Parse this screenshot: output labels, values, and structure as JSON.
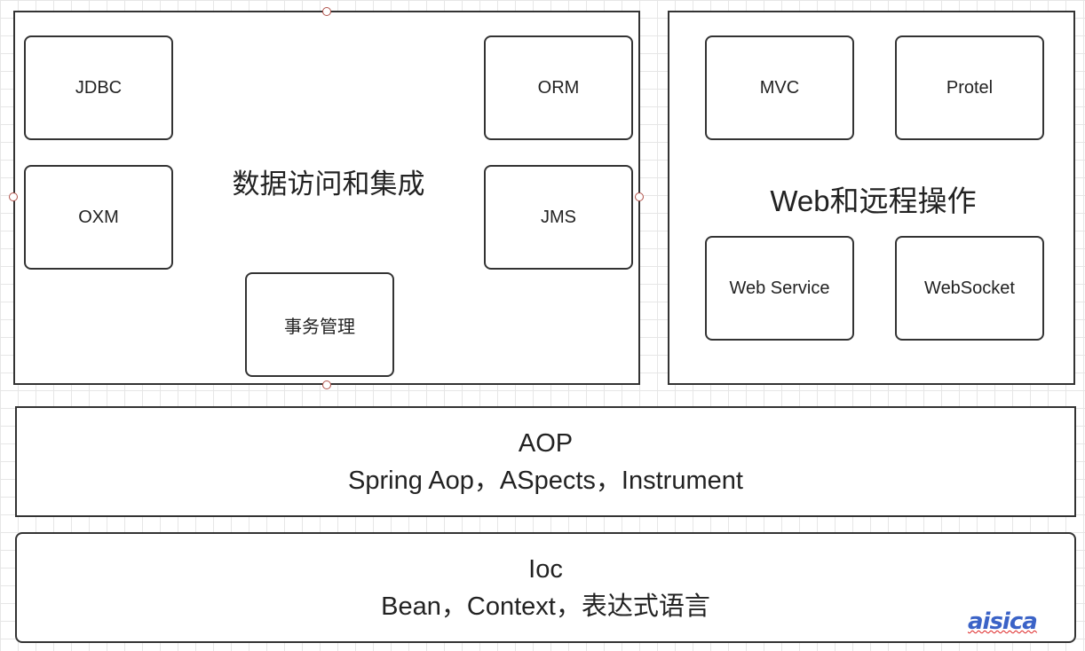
{
  "data_access": {
    "title": "数据访问和集成",
    "modules": {
      "jdbc": "JDBC",
      "orm": "ORM",
      "oxm": "OXM",
      "jms": "JMS",
      "transaction": "事务管理"
    }
  },
  "web": {
    "title": "Web和远程操作",
    "modules": {
      "mvc": "MVC",
      "protel": "Protel",
      "web_service": "Web Service",
      "websocket": "WebSocket"
    }
  },
  "aop": {
    "title": "AOP",
    "detail": "Spring Aop，ASpects，Instrument"
  },
  "ioc": {
    "title": "Ioc",
    "detail": "Bean，Context，表达式语言"
  },
  "watermark": "aisica"
}
